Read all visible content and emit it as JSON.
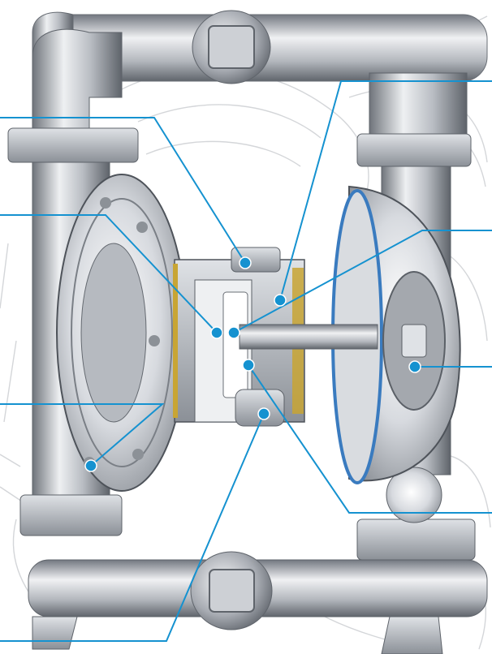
{
  "diagram": {
    "subject": "air-operated-double-diaphragm-pump-cutaway",
    "colors": {
      "background": "#ffffff",
      "sketch_lines": "#d4d6d9",
      "metal_light": "#e9ebee",
      "metal_mid": "#a9adb3",
      "metal_dark": "#5b6067",
      "callout_line": "#1592d0",
      "callout_dot": "#1592d0",
      "diaphragm_rim": "#3a7bbf",
      "gasket": "#c8a534"
    },
    "callouts": [
      {
        "id": "c1",
        "label": ""
      },
      {
        "id": "c2",
        "label": ""
      },
      {
        "id": "c3",
        "label": ""
      },
      {
        "id": "c4",
        "label": ""
      },
      {
        "id": "c5",
        "label": ""
      },
      {
        "id": "c6",
        "label": ""
      },
      {
        "id": "c7",
        "label": ""
      },
      {
        "id": "c8",
        "label": ""
      },
      {
        "id": "c9",
        "label": ""
      }
    ]
  }
}
